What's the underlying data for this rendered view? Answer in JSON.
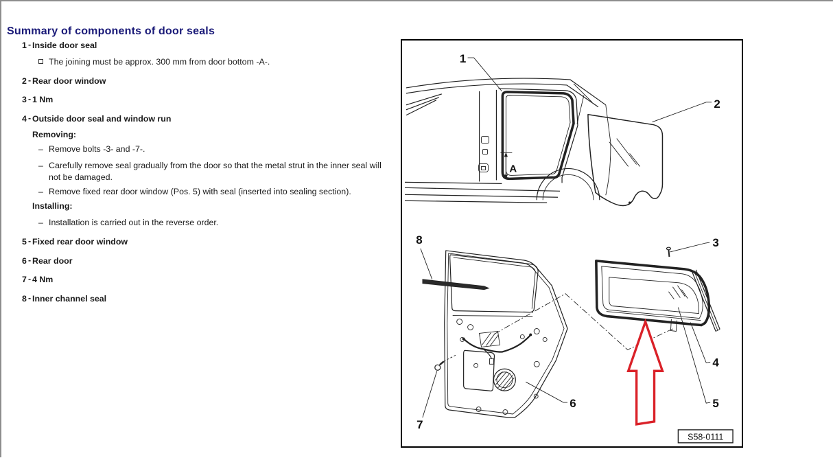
{
  "page": {
    "background_color": "#ffffff",
    "frame_line_color": "#8d8d8d"
  },
  "title": {
    "text": "Summary of components of door seals",
    "color": "#1a1a78"
  },
  "outline": {
    "separator": "-",
    "dash_bullet": "–",
    "rows": [
      {
        "type": "item",
        "number": "1",
        "label": "Inside door seal"
      },
      {
        "type": "square",
        "text": "The joining must be approx. 300 mm from door bottom -A-."
      },
      {
        "type": "item",
        "number": "2",
        "label": "Rear door window"
      },
      {
        "type": "item",
        "number": "3",
        "label": "1 Nm"
      },
      {
        "type": "item",
        "number": "4",
        "label": "Outside door seal and window run"
      },
      {
        "type": "subhead",
        "text": "Removing:"
      },
      {
        "type": "dash",
        "text": "Remove bolts -3- and -7-."
      },
      {
        "type": "dash",
        "text": "Carefully remove seal gradually from the door so that the metal strut in the inner seal will not be damaged."
      },
      {
        "type": "dash",
        "text": "Remove fixed rear door window (Pos. 5) with seal (inserted into sealing section)."
      },
      {
        "type": "subhead",
        "text": "Installing:"
      },
      {
        "type": "dash",
        "text": "Installation is carried out in the reverse order."
      },
      {
        "type": "item",
        "number": "5",
        "label": "Fixed rear door window"
      },
      {
        "type": "item",
        "number": "6",
        "label": "Rear door"
      },
      {
        "type": "item",
        "number": "7",
        "label": "4 Nm"
      },
      {
        "type": "item",
        "number": "8",
        "label": "Inner channel seal"
      }
    ]
  },
  "diagram": {
    "border_color": "#000000",
    "line_color": "#222222",
    "arrow_color": "#da2128",
    "figure_code": "S58-0111",
    "dimension_label": "A",
    "callouts": {
      "c1": "1",
      "c2": "2",
      "c3": "3",
      "c4": "4",
      "c5": "5",
      "c6": "6",
      "c7": "7",
      "c8": "8"
    }
  }
}
